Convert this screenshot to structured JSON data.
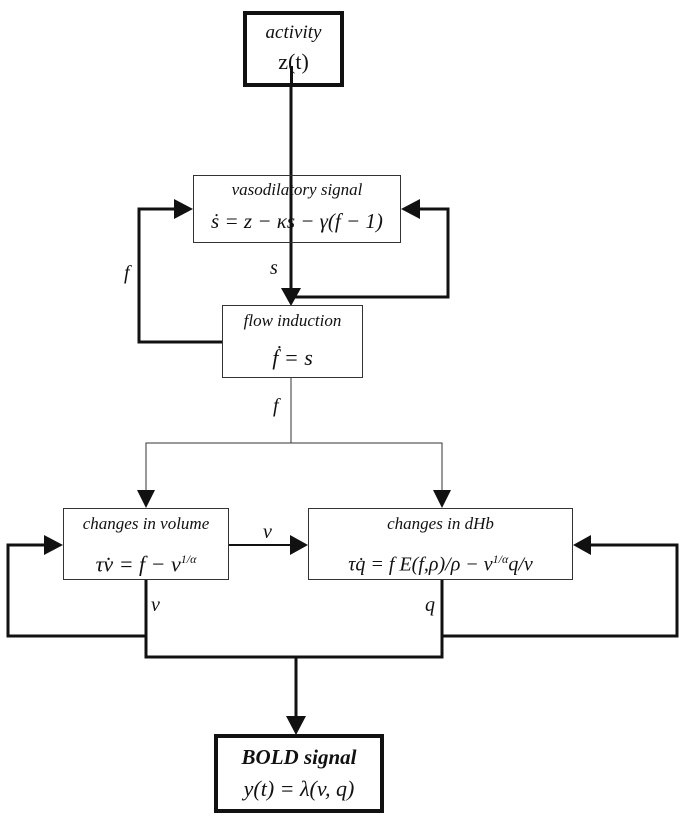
{
  "diagram": {
    "nodes": {
      "activity": {
        "title": "activity",
        "equation": "z(t)"
      },
      "vasodilatory": {
        "title": "vasodilatory signal",
        "equation": "ṡ = z − κs − γ(f − 1)"
      },
      "flow": {
        "title": "flow induction",
        "equation": "ḟ = s"
      },
      "volume": {
        "title": "changes in volume",
        "equation": "τv̇ = f − v",
        "equation_sup": "1/α"
      },
      "dhb": {
        "title": "changes in dHb",
        "equation": "τq̇ = f E(f,ρ)/ρ − v",
        "equation_sup": "1/α",
        "equation_tail": "q/v"
      },
      "bold": {
        "title": "BOLD signal",
        "equation": "y(t) = λ(v, q)"
      }
    },
    "edge_labels": {
      "s_to_flow": "s",
      "f_feedback": "f",
      "f_out": "f",
      "v_to_dhb": "v",
      "v_out": "v",
      "q_out": "q"
    }
  }
}
